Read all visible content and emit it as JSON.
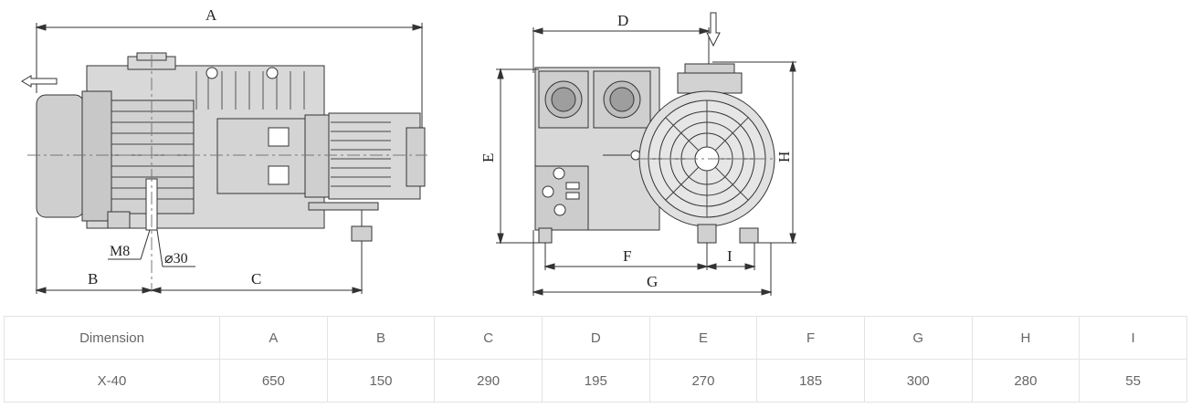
{
  "drawing": {
    "side_view": {
      "labels": {
        "a": "A",
        "b": "B",
        "c": "C",
        "thread": "M8",
        "bore": "⌀30"
      }
    },
    "front_view": {
      "labels": {
        "d": "D",
        "e": "E",
        "f": "F",
        "g": "G",
        "h": "H",
        "i": "I"
      }
    }
  },
  "table": {
    "header": [
      "Dimension",
      "A",
      "B",
      "C",
      "D",
      "E",
      "F",
      "G",
      "H",
      "I"
    ],
    "row": [
      "X-40",
      "650",
      "150",
      "290",
      "195",
      "270",
      "185",
      "300",
      "280",
      "55"
    ]
  }
}
